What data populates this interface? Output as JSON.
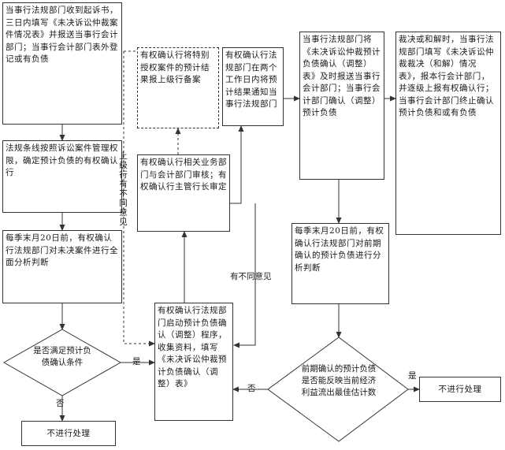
{
  "nodes": {
    "n1": "当事行法规部门收到起诉书，三日内填写《未决诉讼仲裁案件情况表》并报送当事行会计部门；当事行会计部门表外登记或有负债",
    "n2": "法规条线按照诉讼案件管理权限，确定预计负债的有权确认行",
    "n3": "每季末月20日前，有权确认行法规部门对未决案件进行全面分析判断",
    "d1": "是否满足预计负债确认条件",
    "n4": "不进行处理",
    "n5": "有权确认行将特别授权案件的预计结果报上级行备案",
    "n6": "有权确认行相关业务部门与会计部门审核；有权确认行主管行长审定",
    "n7": "有权确认行法规部门启动预计负债确认（调整）程序，收集资料，填写《未决诉讼仲裁预计负债确认（调整）表》",
    "n8": "有权确认行法规部门在两个工作日内将预计结果通知当事行法规部门",
    "n9": "当事行法规部门将《未决诉讼仲裁预计负债确认（调整）表》及时报送当事行会计部门；当事行会计部门确认（调整）预计负债",
    "n10": "每季末月20日前，有权确认行法规部门对前期确认的预计负债进行分析判断",
    "d2": "前期确认的预计负债是否能反映当前经济利益流出最佳估计数",
    "n11": "不进行处理",
    "n12": "裁决或和解时，当事行法规部门填写《未决诉讼仲裁裁决（和解）情况表》，报本行会计部门，并逐级上报有权确认行；当事行会计部门终止确认预计负债和或有负债"
  },
  "labels": {
    "yes1": "是",
    "no1": "否",
    "yes2": "是",
    "no2": "否",
    "disagree": "有不同意见",
    "superior_disagree": "上级行有不同意见"
  }
}
